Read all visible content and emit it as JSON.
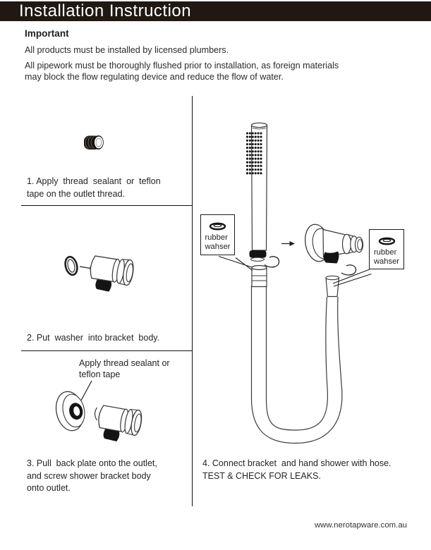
{
  "header": {
    "title": "Installation Instruction"
  },
  "important": {
    "heading": "Important",
    "para1": "All products must be installed by licensed plumbers.",
    "para2": "All pipework must be thoroughly flushed prior to installation, as foreign materials\nmay block the flow regulating device and reduce the flow of water."
  },
  "steps": {
    "step1": "1. Apply  thread  sealant  or  teflon\ntape on the outlet thread.",
    "step2": "2. Put  washer  into bracket  body.",
    "step3_note": "Apply thread sealant or\nteflon tape",
    "step3": "3. Pull  back plate onto the outlet,\nand screw shower bracket body\nonto outlet.",
    "step4": "4. Connect bracket  and hand shower with hose.\nTEST & CHECK FOR LEAKS."
  },
  "callouts": {
    "rubber_washer_left": "rubber\nwahser",
    "rubber_washer_right": "rubber\nwahser"
  },
  "footer": {
    "website": "www.nerotapware.com.au"
  },
  "colors": {
    "header_bg": "#201913",
    "header_text": "#ffffff",
    "line_art": "#3a3a3a",
    "solid_black_parts": "#141414",
    "body_text": "#2b2b2b"
  }
}
